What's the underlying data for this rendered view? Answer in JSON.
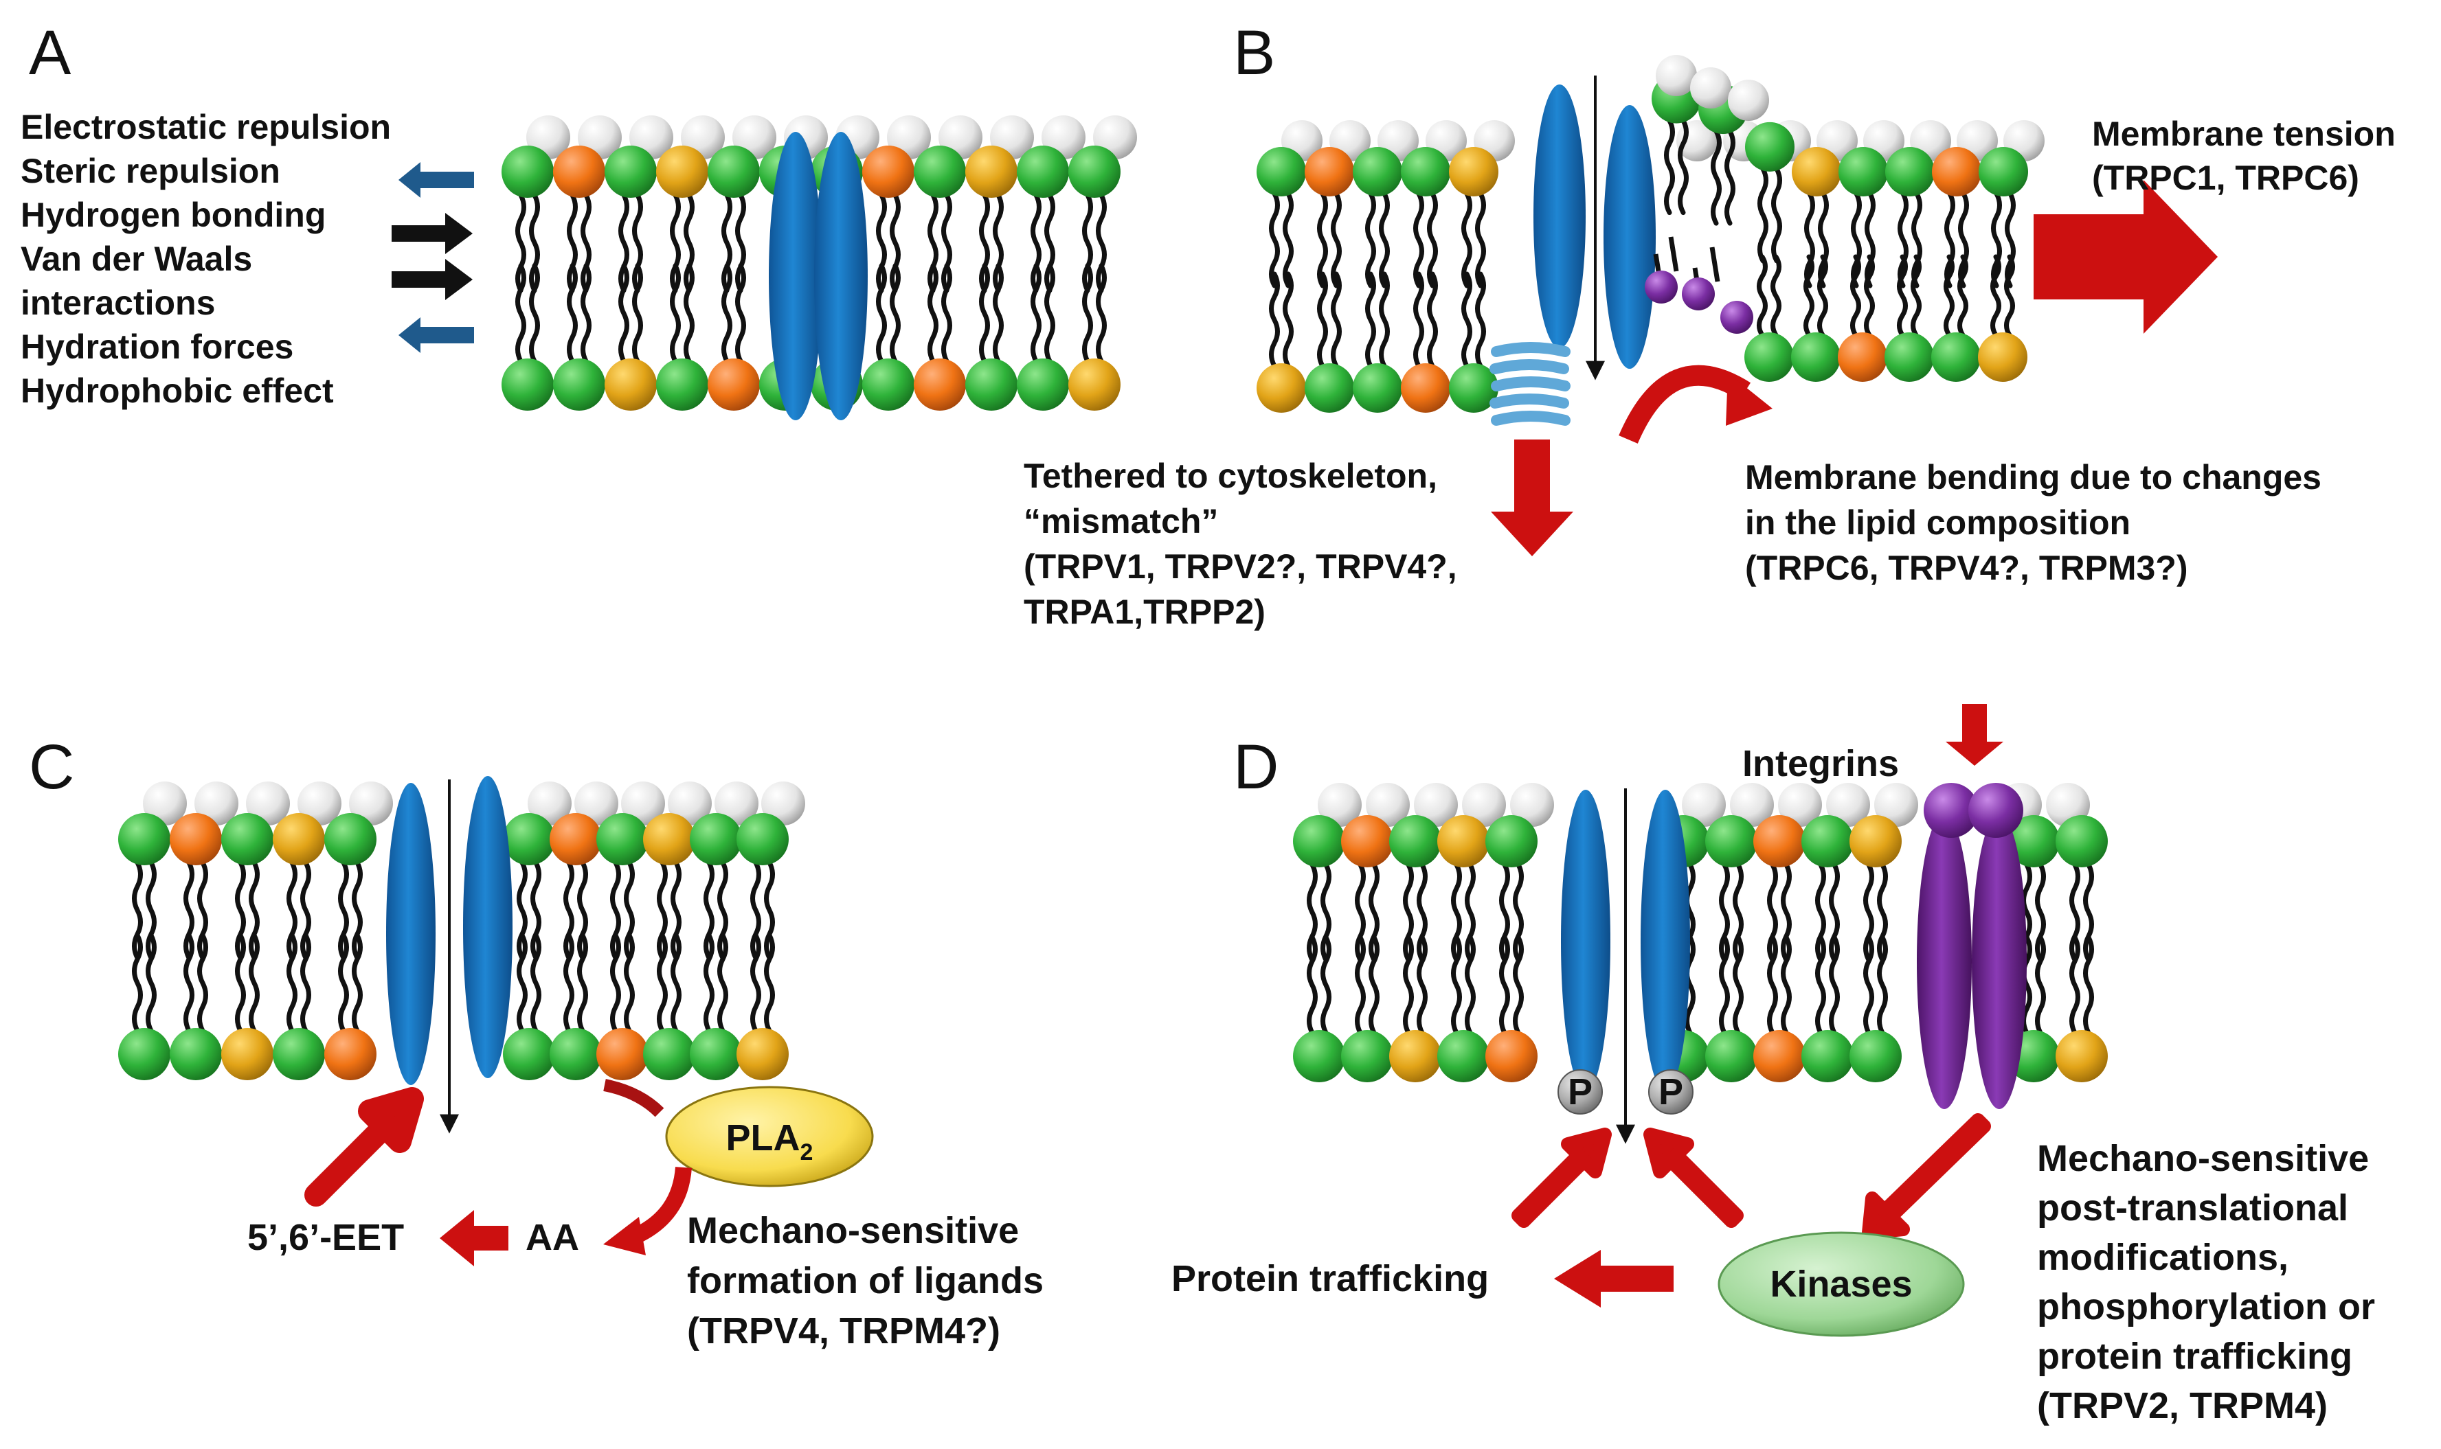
{
  "panels": {
    "a": {
      "letter": "A",
      "forces": [
        {
          "text": "Electrostatic repulsion",
          "color": "#1f4e79"
        },
        {
          "text": "Steric repulsion",
          "color": "#1f4e79"
        },
        {
          "text": "Hydrogen bonding",
          "color": "#111111"
        },
        {
          "text": "Van der Waals",
          "color": "#111111"
        },
        {
          "text": "interactions",
          "color": "#111111"
        },
        {
          "text": "Hydration forces",
          "color": "#1f4e79"
        },
        {
          "text": "Hydrophobic effect",
          "color": "#111111"
        }
      ]
    },
    "b": {
      "letter": "B",
      "tension_lines": [
        "Membrane tension",
        "(TRPC1, TRPC6)"
      ],
      "tether_lines": [
        "Tethered to cytoskeleton,",
        "“mismatch”",
        "(TRPV1, TRPV2?, TRPV4?,",
        "TRPA1,TRPP2)"
      ],
      "bending_lines": [
        "Membrane bending due to changes",
        "in the lipid composition",
        "(TRPC6, TRPV4?, TRPM3?)"
      ]
    },
    "c": {
      "letter": "C",
      "enzyme": "PLA",
      "enzyme_sub": "2",
      "aa": "AA",
      "eet": "5’,6’-EET",
      "ligand_lines": [
        "Mechano-sensitive",
        "formation of ligands",
        "(TRPV4, TRPM4?)"
      ]
    },
    "d": {
      "letter": "D",
      "integrins": "Integrins",
      "phospho": "P",
      "kinases": "Kinases",
      "trafficking": "Protein trafficking",
      "ptm_lines": [
        "Mechano-sensitive",
        "post-translational",
        "modifications,",
        "phosphorylation or",
        "protein trafficking",
        "(TRPV2, TRPM4)"
      ]
    }
  },
  "colors": {
    "lipid_green": "#2fb33a",
    "lipid_orange": "#f07314",
    "lipid_gold": "#e2a418",
    "lipid_white": "#e4e4e4",
    "channel_blue": "#1570be",
    "integrin_purple": "#6f2a92",
    "arrow_red": "#cc1010",
    "arrow_blue": "#1f5a8c",
    "pla2_yellow": "#f8dc4e",
    "kinase_green": "#9ed797",
    "spring_blue": "#5fa8d8",
    "phospho_gray": "#a9a9a9"
  }
}
